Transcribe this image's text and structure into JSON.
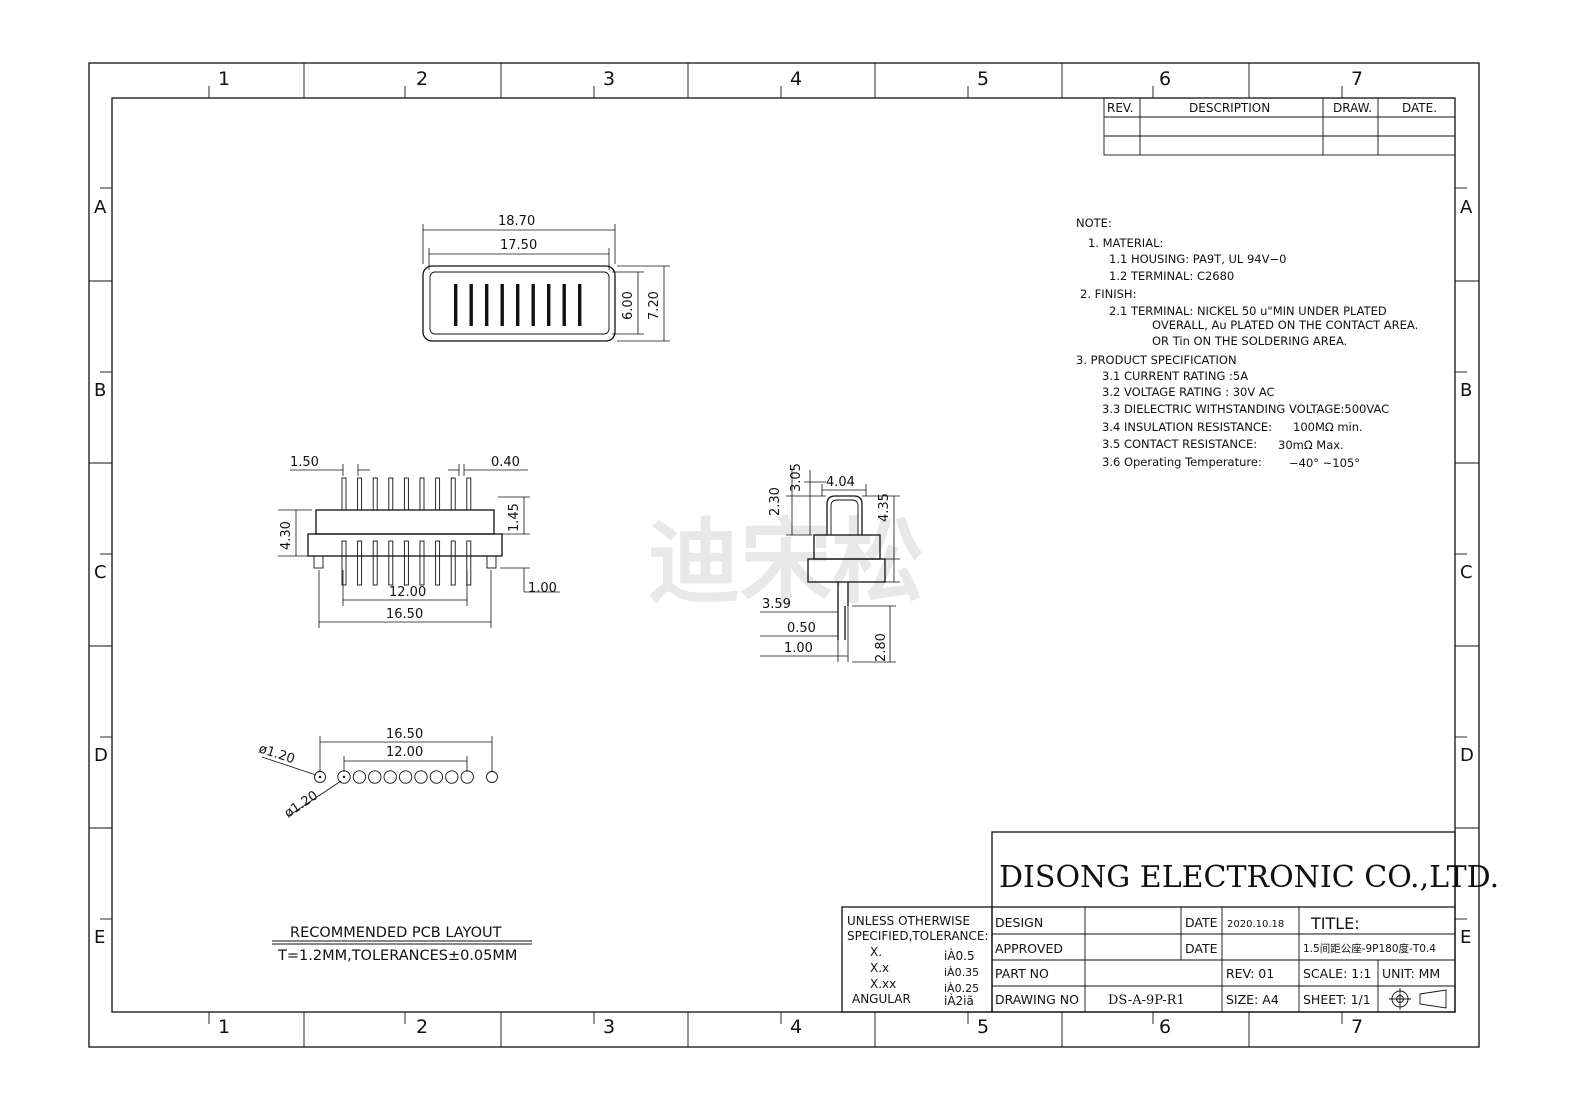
{
  "frame": {
    "columns": [
      "1",
      "2",
      "3",
      "4",
      "5",
      "6",
      "7"
    ],
    "rows": [
      "A",
      "B",
      "C",
      "D",
      "E"
    ]
  },
  "revision_table": {
    "headers": [
      "REV.",
      "DESCRIPTION",
      "DRAW.",
      "DATE."
    ]
  },
  "notes": {
    "heading": "NOTE:",
    "lines": [
      "1. MATERIAL:",
      "1.1 HOUSING: PA9T, UL 94V−0",
      "1.2 TERMINAL: C2680",
      "2. FINISH:",
      "2.1 TERMINAL: NICKEL 50 u\"MIN UNDER PLATED",
      "OVERALL, Au PLATED ON THE CONTACT AREA.",
      "OR Tin ON THE SOLDERING AREA.",
      "3. PRODUCT SPECIFICATION",
      "3.1 CURRENT RATING :5A",
      "3.2 VOLTAGE RATING : 30V AC",
      "3.3 DIELECTRIC WITHSTANDING VOLTAGE:500VAC",
      "3.4 INSULATION RESISTANCE:",
      "3.5 CONTACT RESISTANCE:",
      "3.6 Operating Temperature:"
    ],
    "values": {
      "insulation": "100MΩ min.",
      "contact": "30mΩ Max.",
      "temperature": "−40° ~105°"
    }
  },
  "top_view": {
    "width_outer": "18.70",
    "width_inner": "17.50",
    "height_inner": "6.00",
    "height_outer": "7.20",
    "slots": 9
  },
  "front_view": {
    "pitch": "1.50",
    "pin_width": "0.40",
    "height": "4.30",
    "pin_exposed": "1.45",
    "post_offset": "1.00",
    "pin_span": "12.00",
    "post_span": "16.50",
    "pins": 9
  },
  "side_view": {
    "d_2_30": "2.30",
    "d_3_05": "3.05",
    "d_4_04": "4.04",
    "d_4_35": "4.35",
    "d_3_59": "3.59",
    "d_0_50": "0.50",
    "d_1_00": "1.00",
    "d_2_80": "2.80"
  },
  "watermark": "迪宋松",
  "pcb_layout": {
    "span_outer": "16.50",
    "span_inner": "12.00",
    "hole_dia_1": "ø1.20",
    "hole_dia_2": "ø1.20",
    "title": "RECOMMENDED PCB LAYOUT",
    "subtitle": "T=1.2MM,TOLERANCES±0.05MM",
    "holes": 9
  },
  "title_block": {
    "company": "DISONG ELECTRONIC CO.,LTD.",
    "tolerance_heading_1": "UNLESS OTHERWISE",
    "tolerance_heading_2": "SPECIFIED,TOLERANCE:",
    "tolerances": [
      {
        "label": "X.",
        "value": "iÀ0.5"
      },
      {
        "label": "X.x",
        "value": "iÀ0.35"
      },
      {
        "label": "X.xx",
        "value": "iÀ0.25"
      },
      {
        "label": "ANGULAR",
        "value": "iÀ2iã"
      }
    ],
    "design_label": "DESIGN",
    "approved_label": "APPROVED",
    "part_no_label": "PART NO",
    "drawing_no_label": "DRAWING NO",
    "drawing_no": "DS-A-9P-R1",
    "date_label_1": "DATE",
    "date_value": "2020.10.18",
    "date_label_2": "DATE",
    "rev": "REV: 01",
    "size": "SIZE: A4",
    "title_label": "TITLE:",
    "title_value": "1.5间距公座-9P180度-T0.4",
    "scale": "SCALE: 1:1",
    "unit": "UNIT: MM",
    "sheet": "SHEET: 1/1"
  }
}
